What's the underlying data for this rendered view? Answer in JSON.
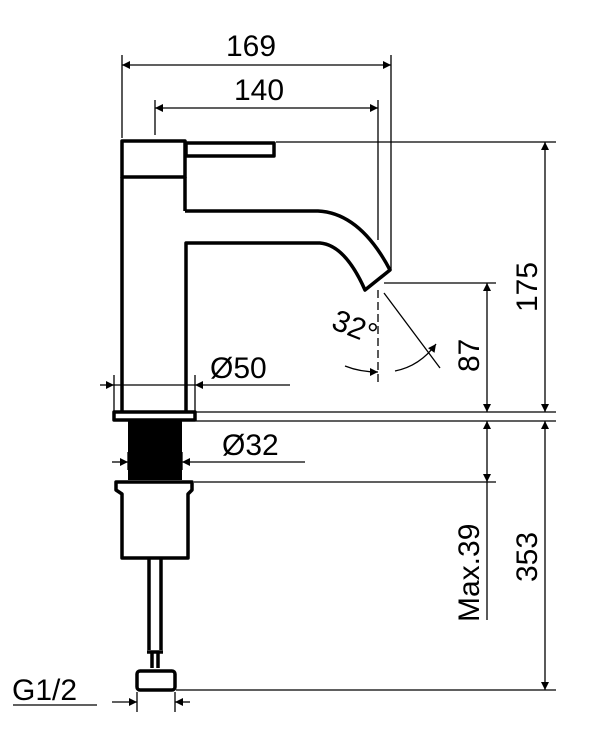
{
  "dimensions": {
    "total_depth": "169",
    "spout_reach": "140",
    "height_above_deck": "175",
    "spout_outlet_height": "87",
    "spout_angle": "32°",
    "body_diameter": "Ø50",
    "thread_diameter": "Ø32",
    "max_counter_thickness": "Max.39",
    "height_below_deck": "353",
    "connection": "G1/2"
  },
  "colors": {
    "line": "#000000",
    "background": "#ffffff"
  }
}
